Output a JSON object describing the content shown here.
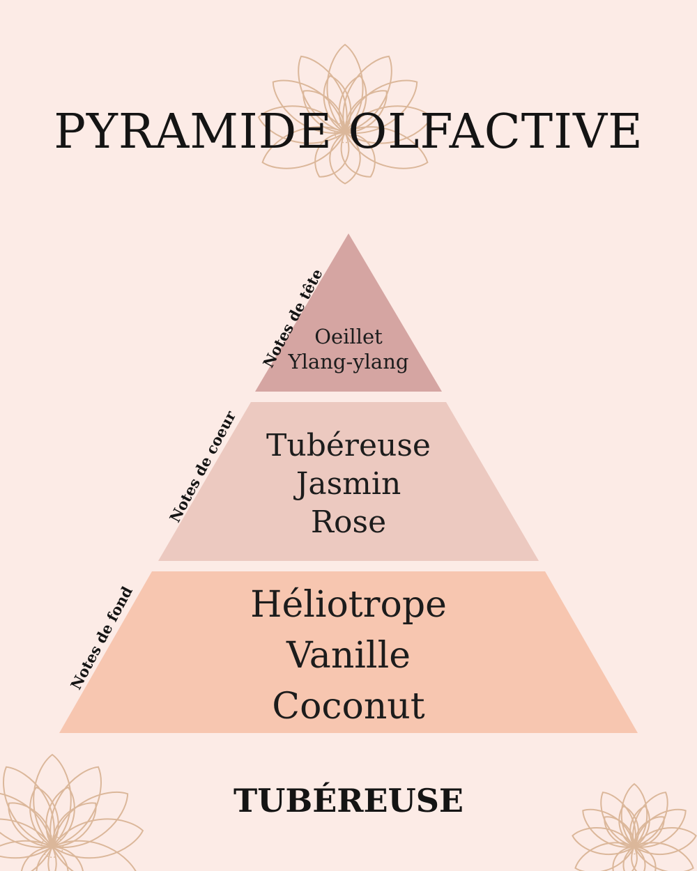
{
  "title": "PYRAMIDE OLFACTIVE",
  "subtitle": "TUBÉREUSE",
  "colors": {
    "background": "#fcebe6",
    "tier_top": "#d5a5a2",
    "tier_middle": "#ecc9c0",
    "tier_bottom": "#f7c6b0",
    "flower_line": "#dbb79a"
  },
  "tiers": [
    {
      "label": "Notes de tête",
      "notes": [
        "Oeillet",
        "Ylang-ylang"
      ]
    },
    {
      "label": "Notes de coeur",
      "notes": [
        "Tubéreuse",
        "Jasmin",
        "Rose"
      ]
    },
    {
      "label": "Notes de fond",
      "notes": [
        "Héliotrope",
        "Vanille",
        "Coconut"
      ]
    }
  ]
}
